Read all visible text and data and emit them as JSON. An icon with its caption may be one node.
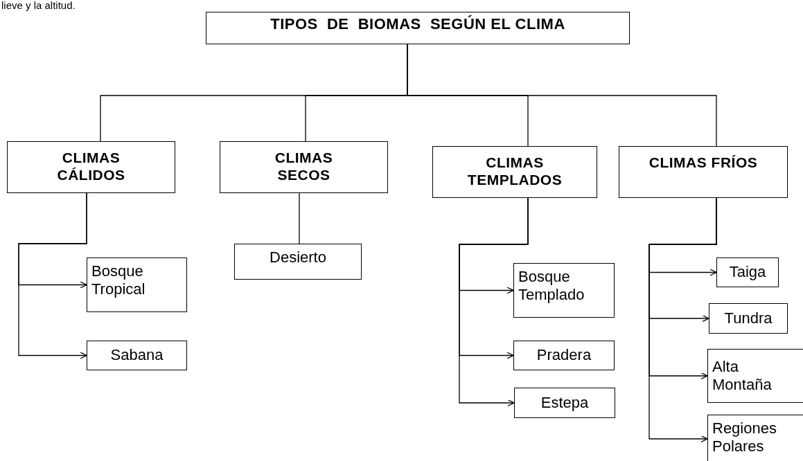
{
  "diagram": {
    "nodes": [
      {
        "text": [
          "TIPOS  DE  BIOMAS  SEGÚN EL CLIMA"
        ]
      },
      {
        "text": [
          "CLIMAS CÁLIDOS"
        ]
      },
      {
        "text": [
          "CLIMAS SECOS"
        ]
      },
      {
        "text": [
          "CLIMAS TEMPLADOS"
        ]
      },
      {
        "text": [
          "CLIMAS FRÍOS"
        ]
      },
      {
        "text": [
          "Bosque Tropical"
        ]
      },
      {
        "text": [
          "Sabana"
        ]
      },
      {
        "text": [
          "Desierto"
        ]
      },
      {
        "text": [
          "Bosque Templado"
        ]
      },
      {
        "text": [
          "Pradera"
        ]
      },
      {
        "text": [
          "Estepa"
        ]
      },
      {
        "text": [
          "Taiga"
        ]
      },
      {
        "text": [
          "Tundra"
        ]
      },
      {
        "text": [
          "Alta Montaña"
        ]
      },
      {
        "text": [
          "Regiones Polares"
        ]
      }
    ],
    "edges": [
      {
        "from": 0,
        "to": 1,
        "arrow": "none"
      },
      {
        "from": 0,
        "to": 2,
        "arrow": "none"
      },
      {
        "from": 0,
        "to": 3,
        "arrow": "none"
      },
      {
        "from": 0,
        "to": 4,
        "arrow": "none"
      },
      {
        "from": 1,
        "to": 5,
        "arrow": "to"
      },
      {
        "from": 1,
        "to": 6,
        "arrow": "to"
      },
      {
        "from": 2,
        "to": 7,
        "arrow": "none"
      },
      {
        "from": 3,
        "to": 8,
        "arrow": "to"
      },
      {
        "from": 3,
        "to": 9,
        "arrow": "to"
      },
      {
        "from": 3,
        "to": 10,
        "arrow": "to"
      },
      {
        "from": 4,
        "to": 11,
        "arrow": "to"
      },
      {
        "from": 4,
        "to": 12,
        "arrow": "to"
      },
      {
        "from": 4,
        "to": 13,
        "arrow": "to"
      },
      {
        "from": 4,
        "to": 14,
        "arrow": "to"
      }
    ],
    "labels": [
      "lieve y la altitud."
    ]
  }
}
